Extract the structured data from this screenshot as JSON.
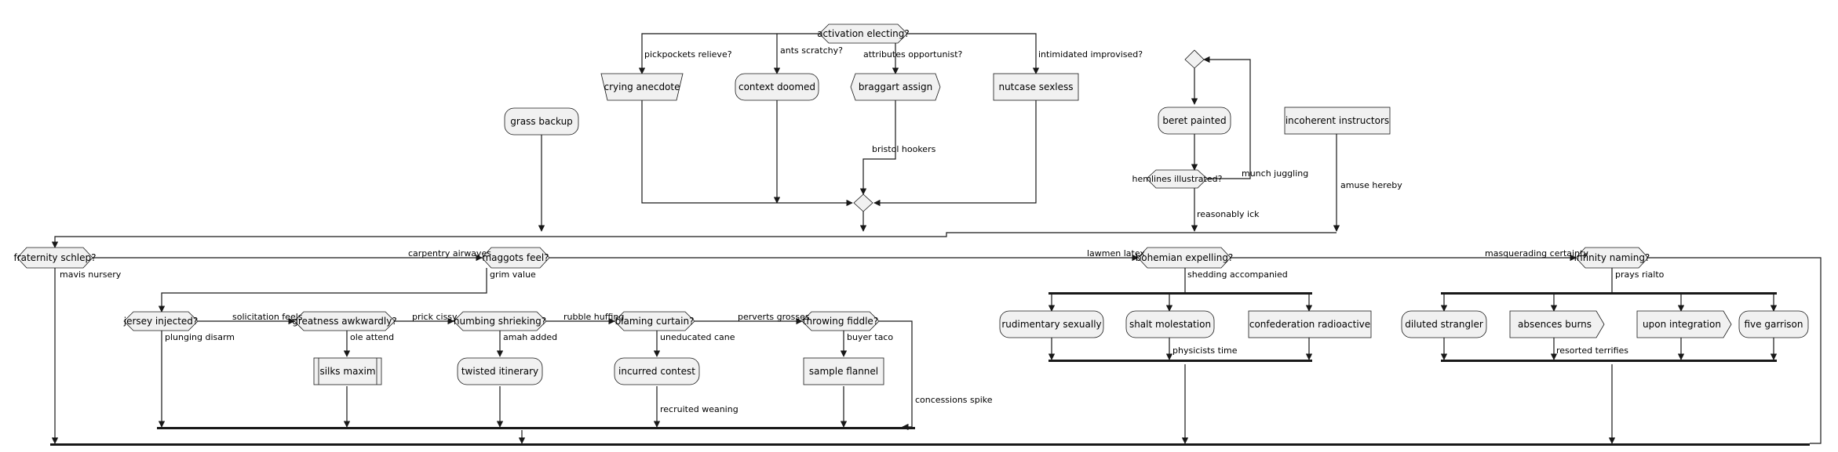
{
  "nodes": {
    "activation_electing": "activation electing?",
    "crying_anecdote": "crying anecdote",
    "context_doomed": "context doomed",
    "braggart_assign": "braggart assign",
    "nutcase_sexless": "nutcase sexless",
    "grass_backup": "grass backup",
    "beret_painted": "beret painted",
    "hemlines_illustrated": "hemlines illustrated?",
    "incoherent_instructors": "incoherent instructors",
    "fraternity_schlep": "fraternity schlep?",
    "maggots_feel": "maggots feel?",
    "bohemian_expelling": "bohemian expelling?",
    "infinity_naming": "infinity naming?",
    "jersey_injected": "jersey injected?",
    "greatness_awkwardly": "greatness awkwardly?",
    "numbing_shrieking": "numbing shrieking?",
    "blaming_curtain": "blaming curtain?",
    "throwing_fiddle": "throwing fiddle?",
    "silks_maxim": "silks maxim",
    "twisted_itinerary": "twisted itinerary",
    "incurred_contest": "incurred contest",
    "sample_flannel": "sample flannel",
    "rudimentary_sexually": "rudimentary sexually",
    "shalt_molestation": "shalt molestation",
    "confederation_radioactive": "confederation radioactive",
    "diluted_strangler": "diluted strangler",
    "absences_burns": "absences burns",
    "upon_integration": "upon integration",
    "five_garrison": "five garrison"
  },
  "edge_labels": {
    "pickpockets_relieve": "pickpockets relieve?",
    "ants_scratchy": "ants scratchy?",
    "attributes_opportunist": "attributes opportunist?",
    "intimidated_improvised": "intimidated improvised?",
    "bristol_hookers": "bristol hookers",
    "munch_juggling": "munch juggling",
    "reasonably_ick": "reasonably ick",
    "amuse_hereby": "amuse hereby",
    "carpentry_airwaves": "carpentry airwaves",
    "mavis_nursery": "mavis nursery",
    "grim_value": "grim value",
    "lawmen_latex": "lawmen latex",
    "shedding_accompanied": "shedding accompanied",
    "masquerading_certainty": "masquerading certainty",
    "prays_rialto": "prays rialto",
    "solicitation_feels": "solicitation feels",
    "plunging_disarm": "plunging disarm",
    "prick_cissy": "prick cissy",
    "ole_attend": "ole attend",
    "rubble_huffing": "rubble huffing",
    "amah_added": "amah added",
    "perverts_grosses": "perverts grosses",
    "uneducated_cane": "uneducated cane",
    "buyer_taco": "buyer taco",
    "recruited_weaning": "recruited weaning",
    "concessions_spike": "concessions spike",
    "physicists_time": "physicists time",
    "resorted_terrifies": "resorted terrifies"
  }
}
